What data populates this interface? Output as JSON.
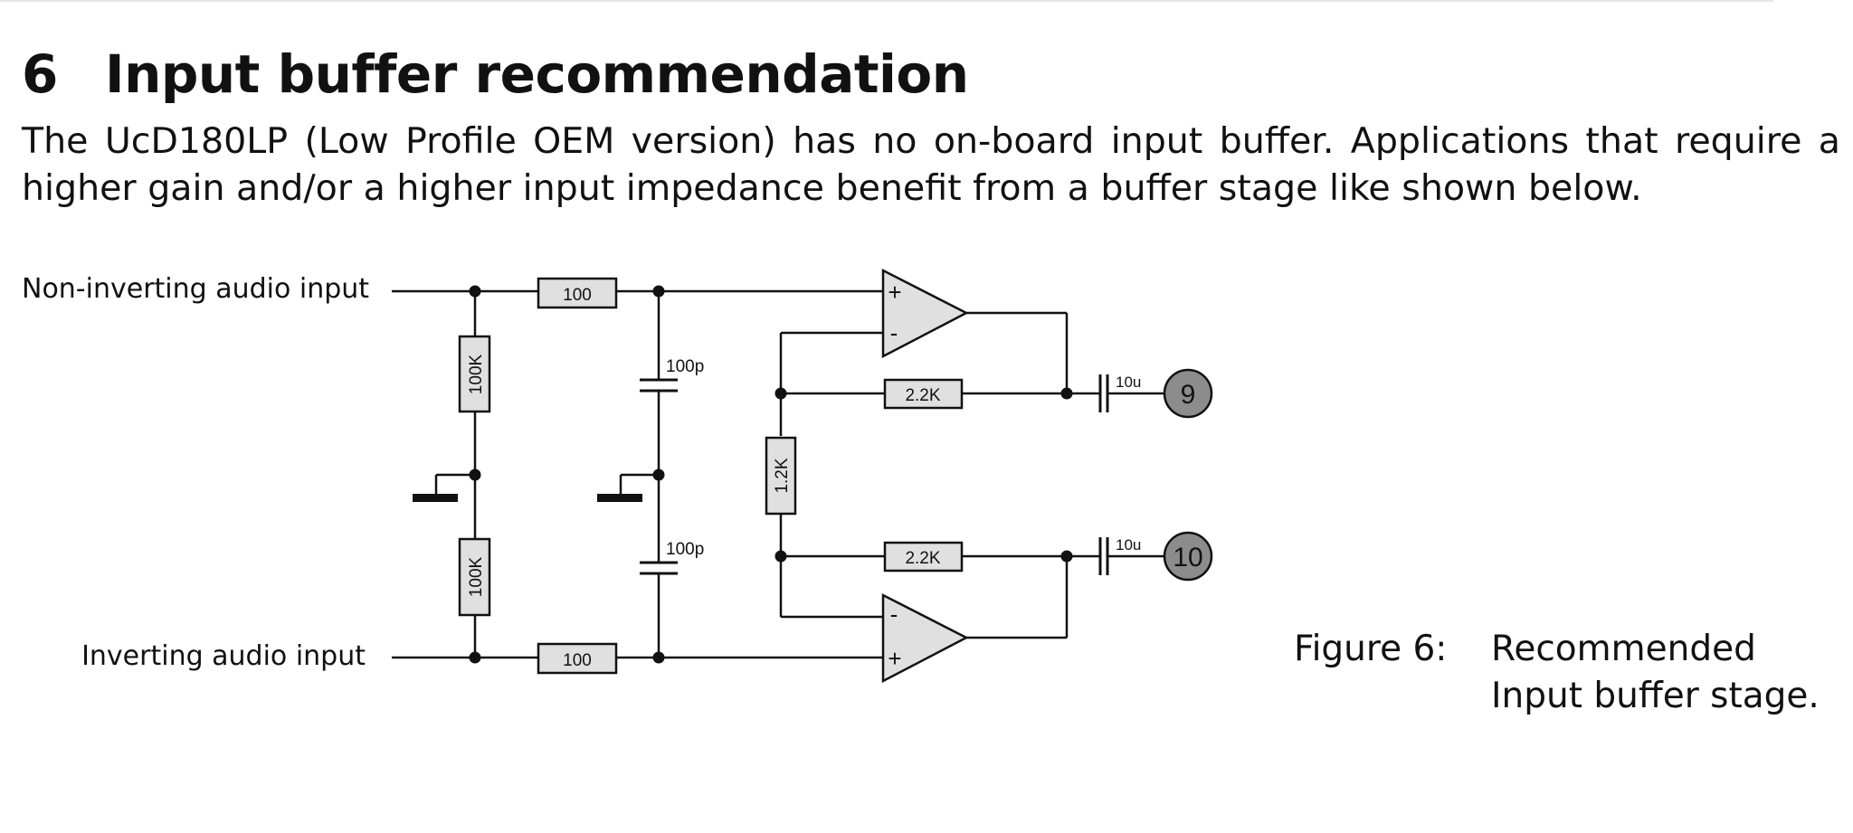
{
  "section": {
    "number": "6",
    "title": "Input buffer recommendation"
  },
  "paragraph": "The UcD180LP (Low Profile OEM version) has no on-board input buffer. Applications that require a higher gain and/or a higher input impedance benefit from a buffer stage like shown below.",
  "schematic": {
    "input_noninverting": "Non-inverting audio input",
    "input_inverting": "Inverting audio input",
    "components": {
      "r_series_top": "100",
      "r_series_bottom": "100",
      "r_bias_top": "100K",
      "r_bias_bottom": "100K",
      "c_top": "100p",
      "c_bottom": "100p",
      "r_gain": "1.2K",
      "r_feedback_top": "2.2K",
      "r_feedback_bottom": "2.2K",
      "c_out_top": "10u",
      "c_out_bottom": "10u"
    },
    "opamp_top": {
      "plus": "+",
      "minus": "-"
    },
    "opamp_bottom": {
      "plus": "+",
      "minus": "-"
    },
    "connector_top": "9",
    "connector_bottom": "10",
    "colors": {
      "line": "#111111",
      "component_fill": "#e0e0e0",
      "connector_fill": "#8c8c8c"
    }
  },
  "figure": {
    "label": "Figure 6:",
    "caption": "Recommended Input buffer stage."
  }
}
